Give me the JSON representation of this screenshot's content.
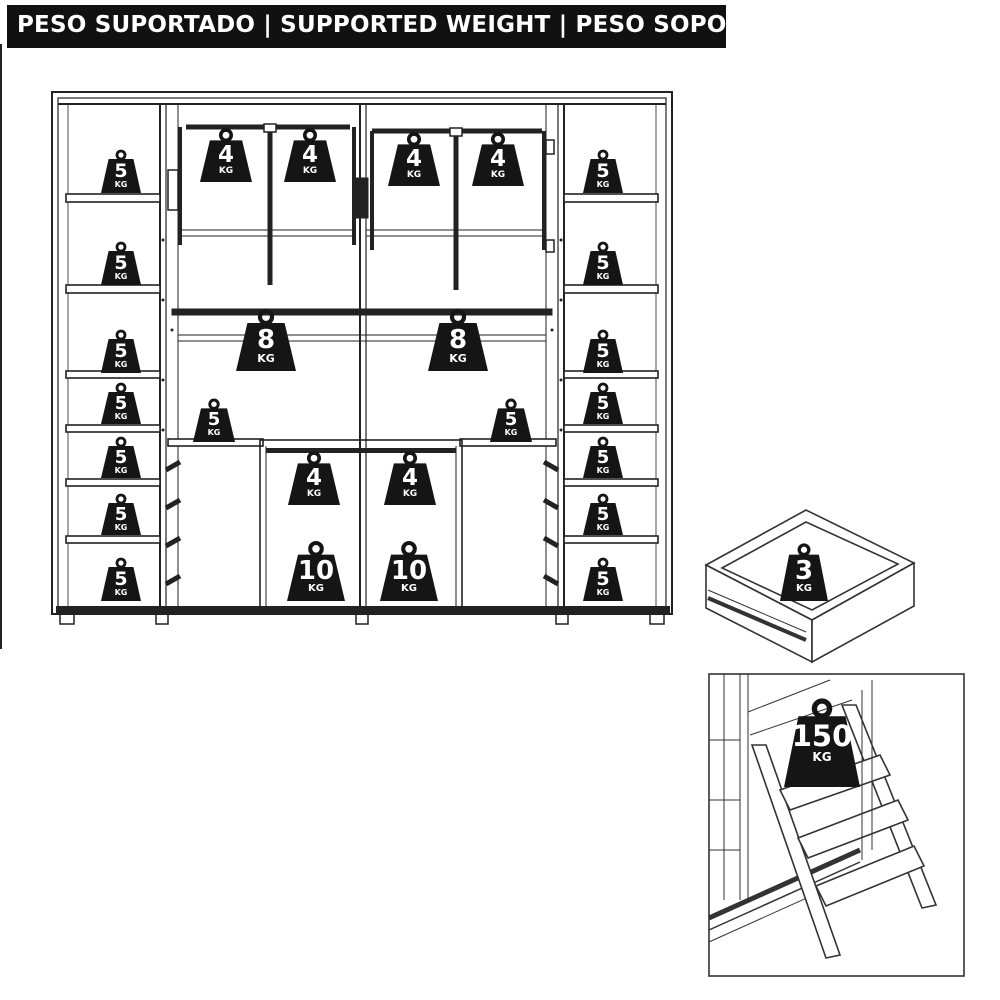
{
  "header": {
    "title": "PESO SUPORTADO | SUPPORTED WEIGHT | PESO SOPORTADO"
  },
  "colors": {
    "weight_fill": "#151515",
    "line": "#222222",
    "header_bg": "#111111",
    "header_text": "#ffffff"
  },
  "weights": {
    "left_shelves": [
      {
        "value": "5",
        "unit": "KG"
      },
      {
        "value": "5",
        "unit": "KG"
      },
      {
        "value": "5",
        "unit": "KG"
      },
      {
        "value": "5",
        "unit": "KG"
      },
      {
        "value": "5",
        "unit": "KG"
      },
      {
        "value": "5",
        "unit": "KG"
      },
      {
        "value": "5",
        "unit": "KG"
      }
    ],
    "right_shelves": [
      {
        "value": "5",
        "unit": "KG"
      },
      {
        "value": "5",
        "unit": "KG"
      },
      {
        "value": "5",
        "unit": "KG"
      },
      {
        "value": "5",
        "unit": "KG"
      },
      {
        "value": "5",
        "unit": "KG"
      },
      {
        "value": "5",
        "unit": "KG"
      },
      {
        "value": "5",
        "unit": "KG"
      }
    ],
    "pull_down_rails": [
      {
        "value": "4",
        "unit": "KG"
      },
      {
        "value": "4",
        "unit": "KG"
      },
      {
        "value": "4",
        "unit": "KG"
      },
      {
        "value": "4",
        "unit": "KG"
      }
    ],
    "hanging_rods": [
      {
        "value": "8",
        "unit": "KG"
      },
      {
        "value": "8",
        "unit": "KG"
      }
    ],
    "middle_shelves": [
      {
        "value": "5",
        "unit": "KG"
      },
      {
        "value": "5",
        "unit": "KG"
      }
    ],
    "lower_rods": [
      {
        "value": "4",
        "unit": "KG"
      },
      {
        "value": "4",
        "unit": "KG"
      }
    ],
    "bottom_base": [
      {
        "value": "10",
        "unit": "KG"
      },
      {
        "value": "10",
        "unit": "KG"
      }
    ],
    "drawer": {
      "value": "3",
      "unit": "KG"
    },
    "ladder": {
      "value": "150",
      "unit": "KG"
    }
  }
}
